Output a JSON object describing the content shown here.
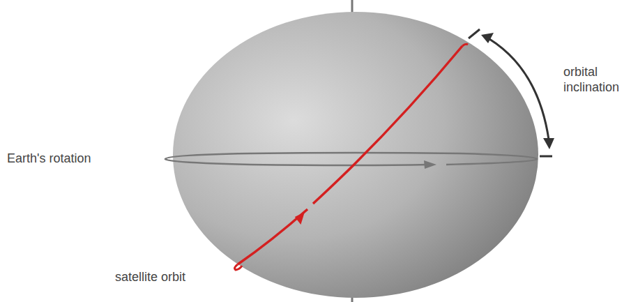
{
  "diagram": {
    "labels": [
      "Earth's rotation",
      "orbital inclination",
      "satellite orbit"
    ]
  }
}
